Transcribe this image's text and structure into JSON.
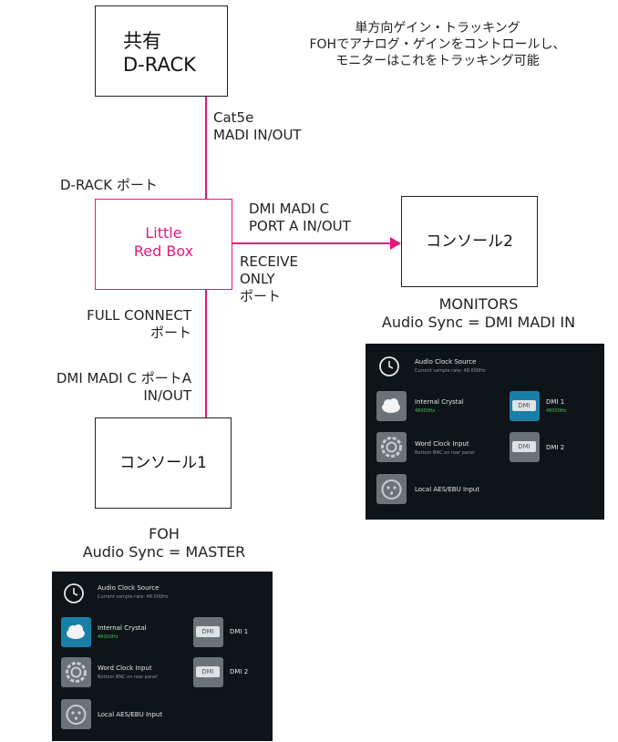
{
  "boxes": {
    "d_rack": "共有\nD-RACK",
    "little_red_box": "Little\nRed Box",
    "console2": "コンソール2",
    "console1": "コンソール1"
  },
  "annotation": "単方向ゲイン・トラッキング\nFOHでアナログ・ゲインをコントロールし、\nモニターはこれをトラッキング可能",
  "labels": {
    "cat5e": "Cat5e\nMADI IN/OUT",
    "d_rack_port": "D-RACK ポート",
    "dmi_madi_c_port_a": "DMI MADI C\nPORT A IN/OUT",
    "receive_only": "RECEIVE\nONLY\nポート",
    "full_connect": "FULL CONNECT\nポート",
    "dmi_madi_c_porta_jp": "DMI MADI C ポートA\nIN/OUT",
    "monitors": "MONITORS\nAudio Sync = DMI MADI IN",
    "foh": "FOH\nAudio Sync = MASTER"
  },
  "panels": {
    "monitors": {
      "title": "Audio Clock Source",
      "subtitle": "Current sample rate: 48.000Hz",
      "items": [
        {
          "label": "Internal Crystal",
          "sub": "48000Hz",
          "icon": "cloud-icon",
          "selected": false
        },
        {
          "label": "Word Clock Input",
          "sub": "Bottom BNC on rear panel",
          "icon": "gear-icon",
          "selected": false
        },
        {
          "label": "Local AES/EBU Input",
          "sub": "",
          "icon": "xlr-icon",
          "selected": false
        }
      ],
      "dmi": [
        {
          "badge": "DMI",
          "label": "DMI 1",
          "sub": "48000Hz",
          "selected": true
        },
        {
          "badge": "DMI",
          "label": "DMI 2",
          "sub": "",
          "selected": false
        }
      ]
    },
    "foh": {
      "title": "Audio Clock Source",
      "subtitle": "Current sample rate: 48.000Hz",
      "items": [
        {
          "label": "Internal Crystal",
          "sub": "48000Hz",
          "icon": "cloud-icon",
          "selected": true
        },
        {
          "label": "Word Clock Input",
          "sub": "Bottom BNC on rear panel",
          "icon": "gear-icon",
          "selected": false
        },
        {
          "label": "Local AES/EBU Input",
          "sub": "",
          "icon": "xlr-icon",
          "selected": false
        }
      ],
      "dmi": [
        {
          "badge": "DMI",
          "label": "DMI 1",
          "sub": "",
          "selected": false
        },
        {
          "badge": "DMI",
          "label": "DMI 2",
          "sub": "",
          "selected": false
        }
      ]
    }
  },
  "colors": {
    "link": "#e4177e",
    "panel_bg": "#0f1418",
    "selected_tile": "#1a7fa8"
  }
}
